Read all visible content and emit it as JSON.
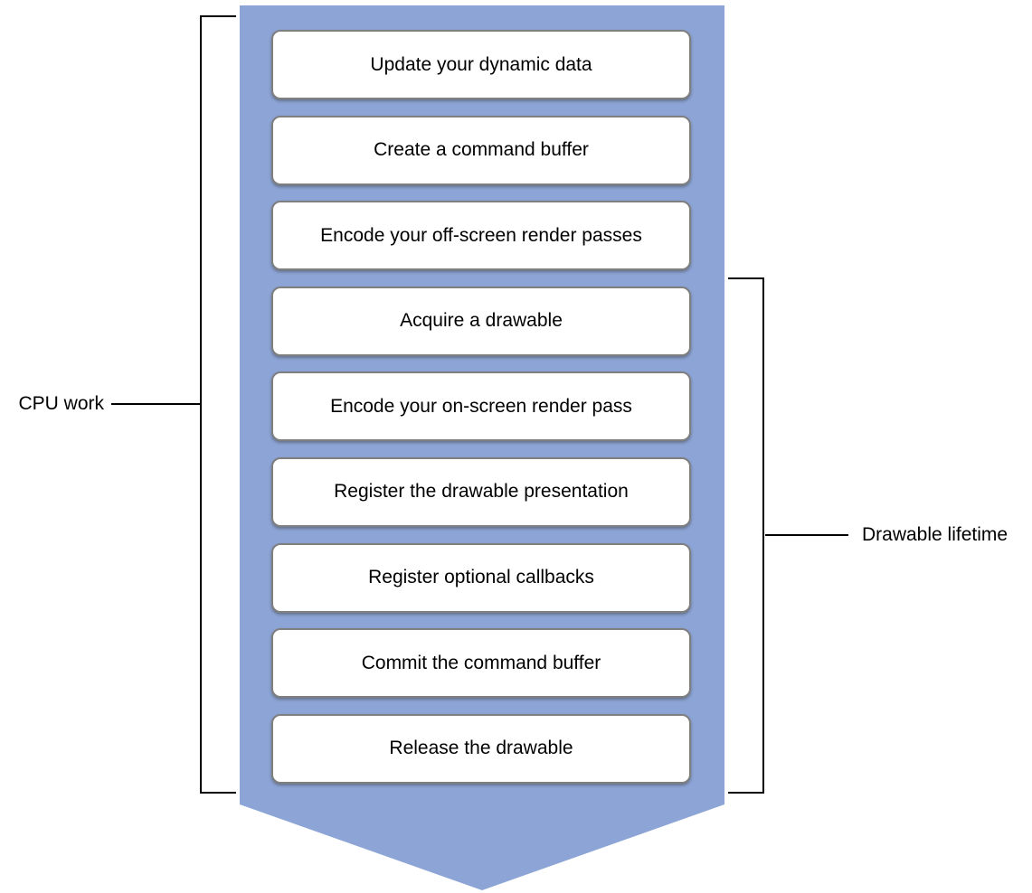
{
  "diagram": {
    "type": "flow-arrow",
    "steps": [
      "Update your dynamic data",
      "Create a command buffer",
      "Encode your off-screen render passes",
      "Acquire a drawable",
      "Encode your on-screen render pass",
      "Register the drawable presentation",
      "Register optional callbacks",
      "Commit the command buffer",
      "Release the drawable"
    ],
    "brackets": {
      "left": {
        "label": "CPU work",
        "spans_steps": [
          0,
          8
        ]
      },
      "right": {
        "label": "Drawable lifetime",
        "spans_steps": [
          3,
          8
        ]
      }
    },
    "colors": {
      "arrow": "#8DA5D6",
      "box_background": "#FFFFFF",
      "box_border": "#7F7F7F",
      "bracket_line": "#000000",
      "text": "#000000",
      "page_background": "#FFFFFF"
    }
  }
}
